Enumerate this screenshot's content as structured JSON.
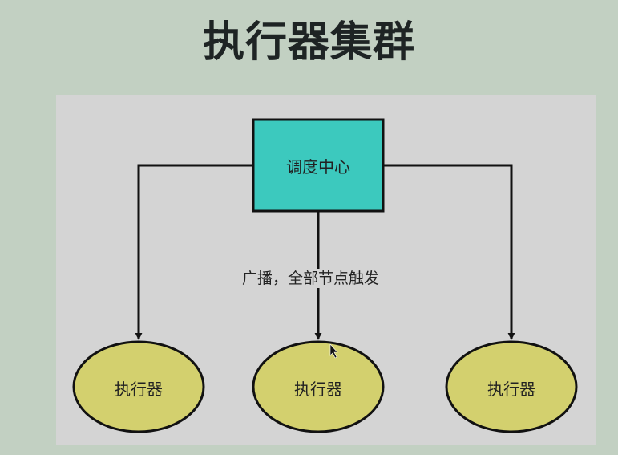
{
  "title": "执行器集群",
  "diagram": {
    "colors": {
      "background": "#c2d0c2",
      "panel": "#d4d4d4",
      "scheduler_fill": "#3cc9be",
      "executor_fill": "#d3d06e",
      "stroke": "#111111"
    },
    "scheduler": {
      "label": "调度中心"
    },
    "executors": [
      {
        "label": "执行器"
      },
      {
        "label": "执行器"
      },
      {
        "label": "执行器"
      }
    ],
    "edge_label": "广播，全部节点触发"
  }
}
